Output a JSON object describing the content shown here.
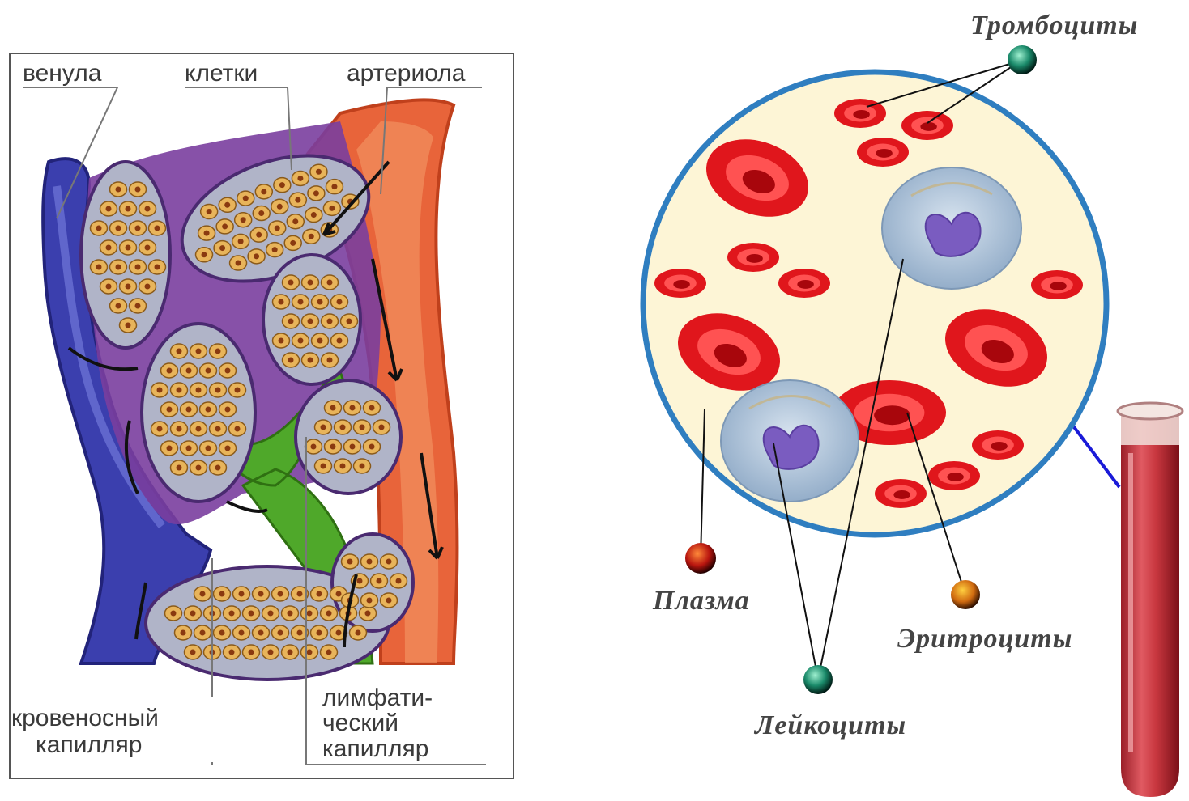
{
  "left_panel": {
    "labels": {
      "venule": "венула",
      "cells": "клетки",
      "arteriole": "артериола",
      "blood_capillary_line1": "кровеносный",
      "blood_capillary_line2": "капилляр",
      "lymph_capillary_line1": "лимфати-",
      "lymph_capillary_line2": "ческий",
      "lymph_capillary_line3": "капилляр"
    },
    "colors": {
      "venous": "#3b3fae",
      "arterial": "#e8643a",
      "lymph": "#4fa82a",
      "cells": "#e8b45a",
      "interstitium": "#7a3e9e"
    }
  },
  "right_panel": {
    "labels": {
      "platelets": "Тромбоциты",
      "plasma": "Плазма",
      "erythrocytes": "Эритроциты",
      "leukocytes": "Лейкоциты"
    },
    "colors": {
      "circle_border": "#2f7ec0",
      "plasma_bg": "#fdf5d6",
      "rbc": "#e0161c",
      "wbc": "#a7bfd8",
      "nucleus": "#7a5cc0",
      "tube": "#c8373f"
    }
  }
}
